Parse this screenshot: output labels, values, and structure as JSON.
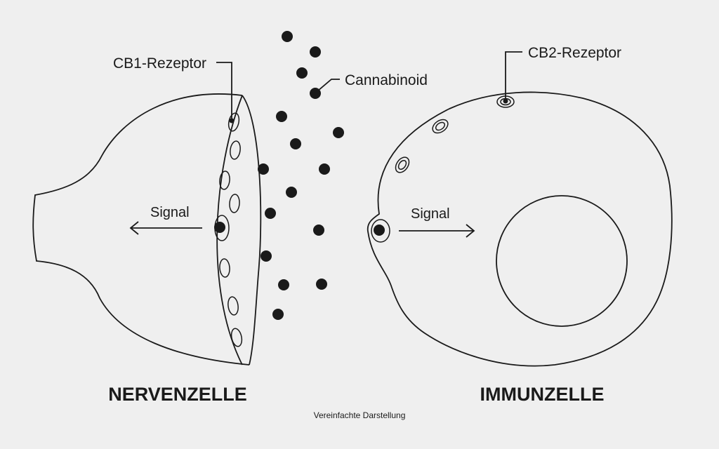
{
  "labels": {
    "cb1": "CB1-Rezeptor",
    "cb2": "CB2-Rezeptor",
    "cannabinoid": "Cannabinoid",
    "signal_left": "Signal",
    "signal_right": "Signal",
    "nerve_cell": "NERVENZELLE",
    "immune_cell": "IMMUNZELLE",
    "caption": "Vereinfachte Darstellung"
  },
  "colors": {
    "background": "#efefef",
    "ink": "#1a1a1a"
  }
}
